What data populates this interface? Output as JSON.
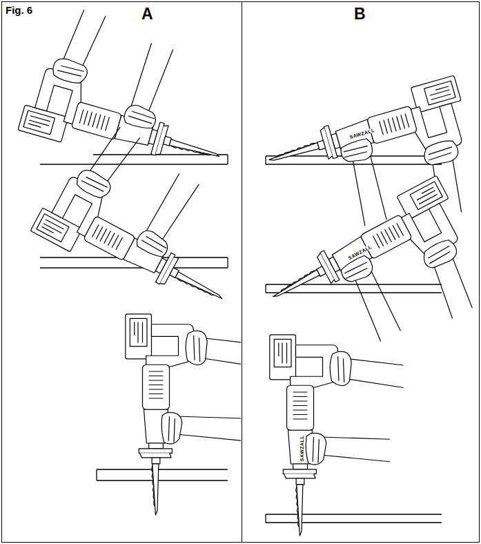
{
  "diagram": {
    "nodes": [
      {
        "text": [
          "A"
        ]
      },
      {
        "text": [
          "B"
        ]
      }
    ],
    "labels": [
      "Fig. 6",
      "SAWZALL",
      "SAWZALL",
      "SAWZALL"
    ]
  }
}
